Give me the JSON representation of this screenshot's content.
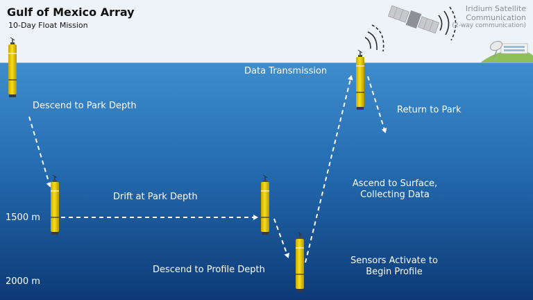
{
  "title": "Gulf of Mexico Array",
  "subtitle": "10-Day Float Mission",
  "satellite": {
    "line1": "Iridium Satellite",
    "line2": "Communication",
    "line3": "(2-way communication)"
  },
  "steps": {
    "descend_park": "Descend to Park Depth",
    "drift": "Drift at Park Depth",
    "descend_profile": "Descend to Profile Depth",
    "sensors_line1": "Sensors Activate to",
    "sensors_line2": "Begin Profile",
    "ascend_line1": "Ascend to Surface,",
    "ascend_line2": "Collecting Data",
    "transmission": "Data Transmission",
    "return": "Return to Park"
  },
  "depths": {
    "park": "1500 m",
    "profile": "2000 m"
  },
  "colors": {
    "sky": "#eef3f8",
    "sea_top": "#3f8dcd",
    "sea_bottom": "#0d3a76",
    "float_body": "#f2d411",
    "text_light": "#ffffff",
    "text_dark": "#111111",
    "sat_text": "#8a8f96"
  },
  "icons": [
    "satellite-icon",
    "ground-station-icon",
    "float-icon",
    "signal-waves-icon"
  ]
}
